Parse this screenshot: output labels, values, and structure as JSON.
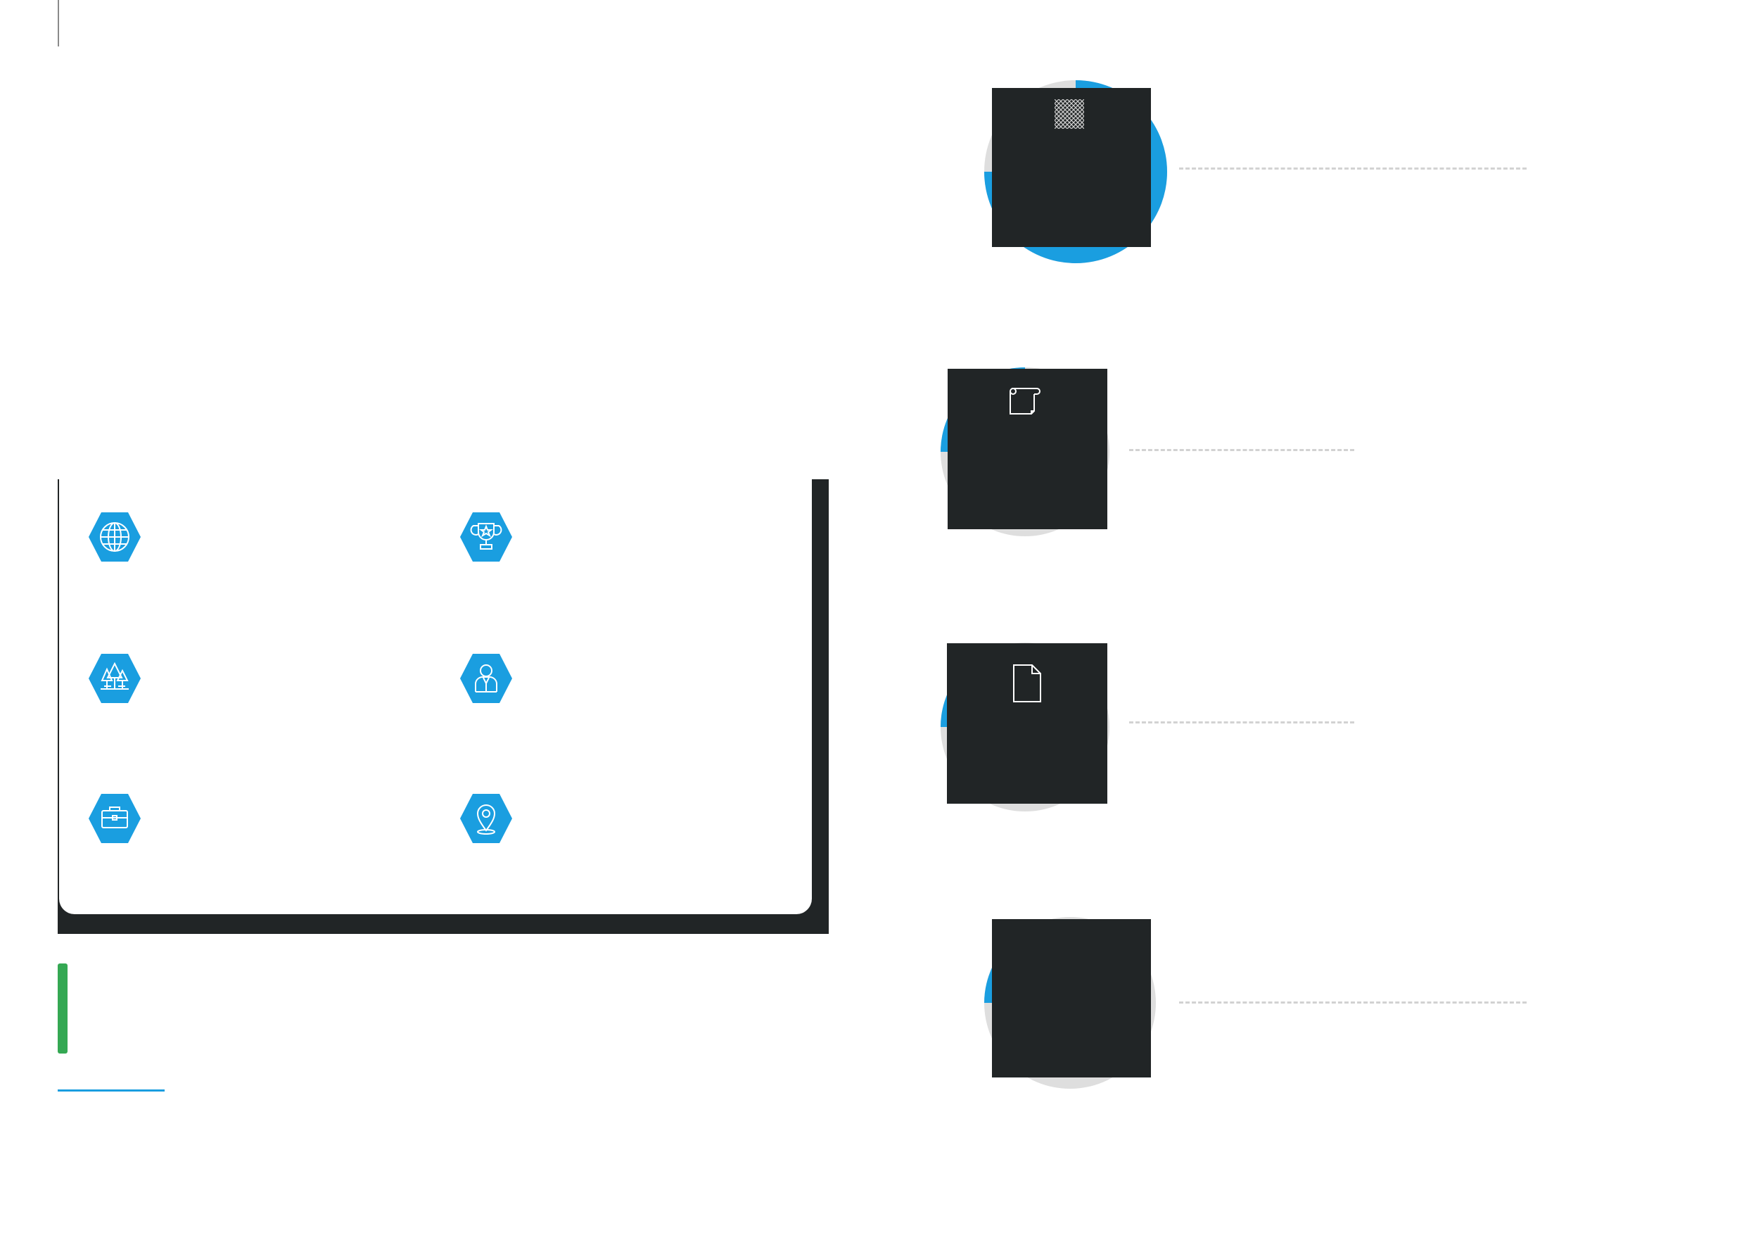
{
  "colors": {
    "accent_blue": "#1a9ee0",
    "dark": "#212526",
    "ring_grey": "#dedede",
    "green_accent": "#34a853",
    "dash_grey": "#d2d2d2"
  },
  "feature_icons": [
    {
      "icon": "globe-icon"
    },
    {
      "icon": "trophy-icon"
    },
    {
      "icon": "trees-icon"
    },
    {
      "icon": "businessman-icon"
    },
    {
      "icon": "briefcase-icon"
    },
    {
      "icon": "location-pin-icon"
    }
  ],
  "timeline_items": [
    {
      "icon": "pattern-icon",
      "progress": 0.75
    },
    {
      "icon": "scroll-icon",
      "progress": 0.25
    },
    {
      "icon": "document-icon",
      "progress": 0.28
    },
    {
      "icon": "none",
      "progress": 0.1
    }
  ]
}
